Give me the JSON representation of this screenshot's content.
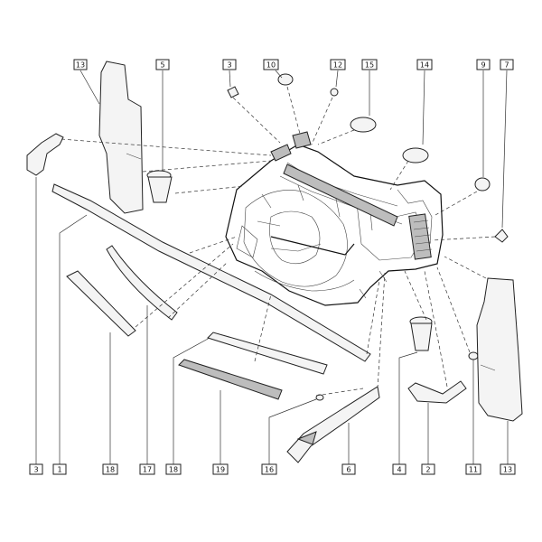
{
  "diagram": {
    "callouts": [
      {
        "id": "c13a",
        "label": "13"
      },
      {
        "id": "c5",
        "label": "5"
      },
      {
        "id": "c3t",
        "label": "3"
      },
      {
        "id": "c10",
        "label": "10"
      },
      {
        "id": "c12",
        "label": "12"
      },
      {
        "id": "c15",
        "label": "15"
      },
      {
        "id": "c14",
        "label": "14"
      },
      {
        "id": "c9",
        "label": "9"
      },
      {
        "id": "c7",
        "label": "7"
      },
      {
        "id": "c3b",
        "label": "3"
      },
      {
        "id": "c1",
        "label": "1"
      },
      {
        "id": "c18a",
        "label": "18"
      },
      {
        "id": "c17",
        "label": "17"
      },
      {
        "id": "c18b",
        "label": "18"
      },
      {
        "id": "c19",
        "label": "19"
      },
      {
        "id": "c16",
        "label": "16"
      },
      {
        "id": "c6",
        "label": "6"
      },
      {
        "id": "c4",
        "label": "4"
      },
      {
        "id": "c2",
        "label": "2"
      },
      {
        "id": "c11",
        "label": "11"
      },
      {
        "id": "c13b",
        "label": "13"
      }
    ]
  }
}
